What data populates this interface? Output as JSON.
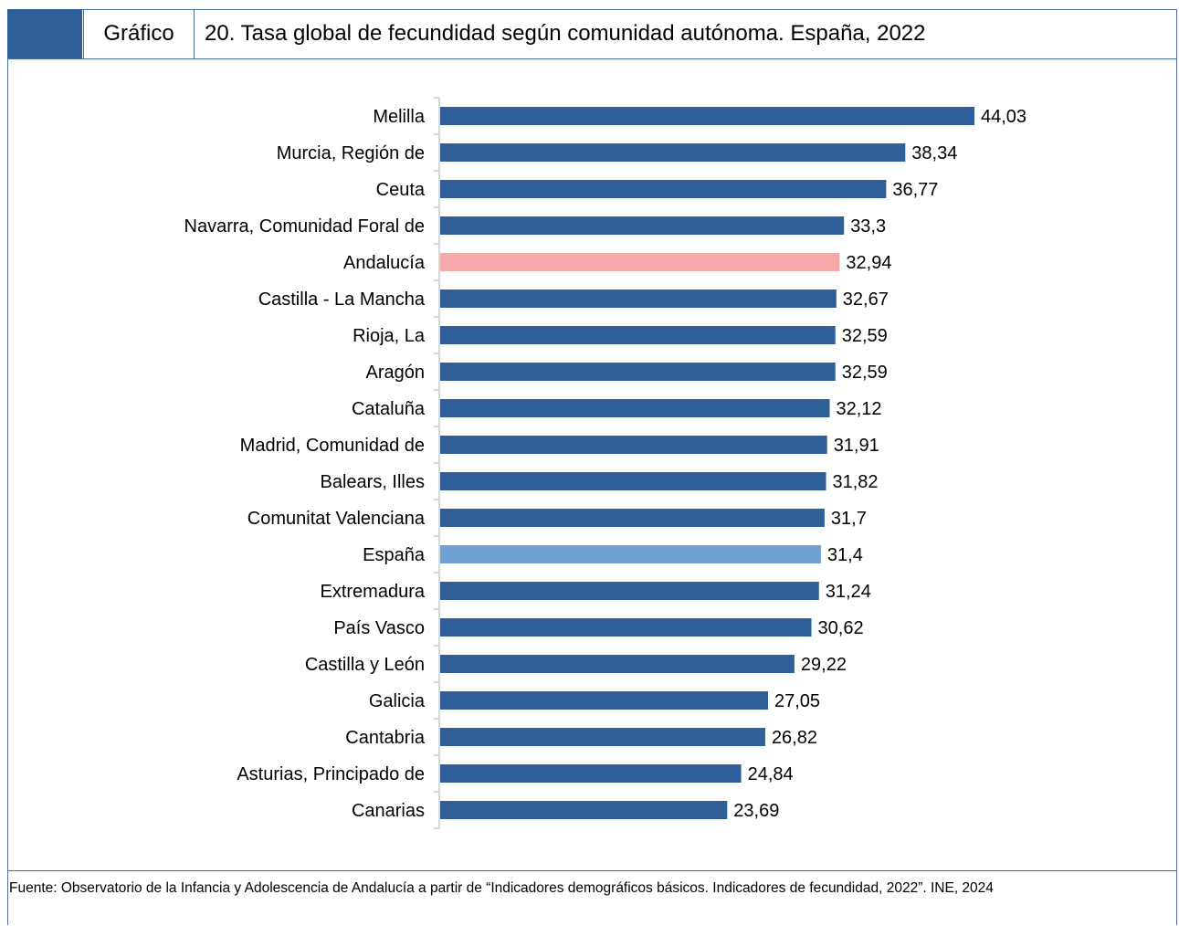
{
  "header": {
    "label": "Gráfico",
    "title": "20. Tasa global de fecundidad según comunidad autónoma. España, 2022"
  },
  "footer": {
    "source": "Fuente: Observatorio de la Infancia y Adolescencia de Andalucía a partir de “Indicadores demográficos básicos. Indicadores de fecundidad, 2022”. INE, 2024"
  },
  "colors": {
    "frame": "#4a6fa5",
    "header_swatch": "#2e5f99",
    "bar_default": "#2e5f99",
    "bar_andalucia": "#f7a8a8",
    "bar_espana": "#729fd4",
    "axis": "#b0b0b0"
  },
  "chart_data": {
    "type": "bar",
    "orientation": "horizontal",
    "title": "20. Tasa global de fecundidad según comunidad autónoma. España, 2022",
    "xlabel": "",
    "ylabel": "",
    "xlim": [
      0,
      44.03
    ],
    "grid": false,
    "legend": "none",
    "categories": [
      "Melilla",
      "Murcia, Región de",
      "Ceuta",
      "Navarra, Comunidad Foral de",
      "Andalucía",
      "Castilla - La Mancha",
      "Rioja, La",
      "Aragón",
      "Cataluña",
      "Madrid, Comunidad de",
      "Balears, Illes",
      "Comunitat Valenciana",
      "España",
      "Extremadura",
      "País Vasco",
      "Castilla y León",
      "Galicia",
      "Cantabria",
      "Asturias, Principado de",
      "Canarias"
    ],
    "values": [
      44.03,
      38.34,
      36.77,
      33.3,
      32.94,
      32.67,
      32.59,
      32.59,
      32.12,
      31.91,
      31.82,
      31.7,
      31.4,
      31.24,
      30.62,
      29.22,
      27.05,
      26.82,
      24.84,
      23.69
    ],
    "value_labels": [
      "44,03",
      "38,34",
      "36,77",
      "33,3",
      "32,94",
      "32,67",
      "32,59",
      "32,59",
      "32,12",
      "31,91",
      "31,82",
      "31,7",
      "31,4",
      "31,24",
      "30,62",
      "29,22",
      "27,05",
      "26,82",
      "24,84",
      "23,69"
    ],
    "highlights": {
      "Andalucía": "bar_andalucia",
      "España": "bar_espana"
    }
  }
}
